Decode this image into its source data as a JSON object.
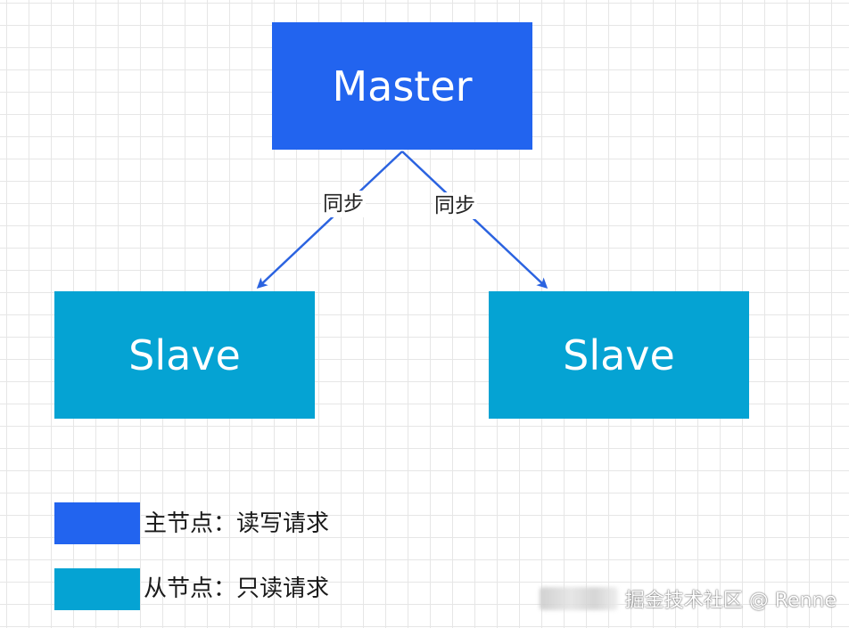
{
  "nodes": {
    "master": {
      "label": "Master",
      "color": "#2264ef"
    },
    "slave_left": {
      "label": "Slave",
      "color": "#05a3d3"
    },
    "slave_right": {
      "label": "Slave",
      "color": "#05a3d3"
    }
  },
  "edges": [
    {
      "from": "master",
      "to": "slave_left",
      "label": "同步"
    },
    {
      "from": "master",
      "to": "slave_right",
      "label": "同步"
    }
  ],
  "legend": [
    {
      "label": "主节点：读写请求",
      "color": "#2264ef"
    },
    {
      "label": "从节点：只读请求",
      "color": "#05a3d3"
    }
  ],
  "watermark": "掘金技术社区 @ Renne",
  "edge_color": "#2b63e0"
}
